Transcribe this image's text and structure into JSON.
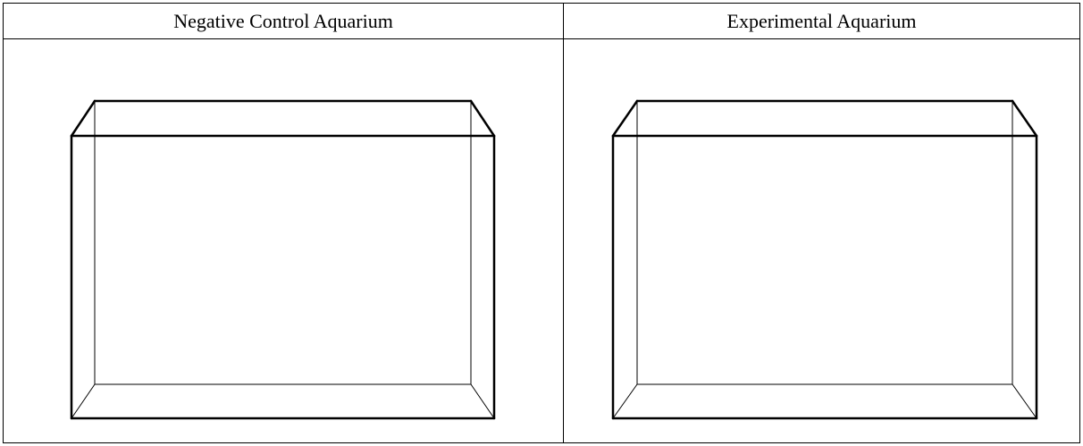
{
  "table": {
    "columns": [
      {
        "label": "Negative Control Aquarium"
      },
      {
        "label": "Experimental Aquarium"
      }
    ]
  },
  "diagram": {
    "tanks": [
      {
        "id": "negative-control",
        "contents": "empty"
      },
      {
        "id": "experimental",
        "contents": "empty"
      }
    ],
    "stroke_color": "#000000"
  }
}
